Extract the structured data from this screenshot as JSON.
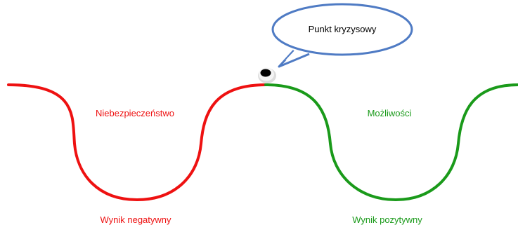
{
  "colors": {
    "danger": "#ee1111",
    "opportunity": "#1a9a1a",
    "bubble_stroke": "#4f7bc4",
    "bubble_fill": "#ffffff",
    "marker": "#000000"
  },
  "labels": {
    "danger": "Niebezpieczeństwo",
    "opportunity": "Możliwości",
    "negative_outcome": "Wynik negatywny",
    "positive_outcome": "Wynik pozytywny"
  },
  "callout": {
    "text": "Punkt kryzysowy"
  }
}
